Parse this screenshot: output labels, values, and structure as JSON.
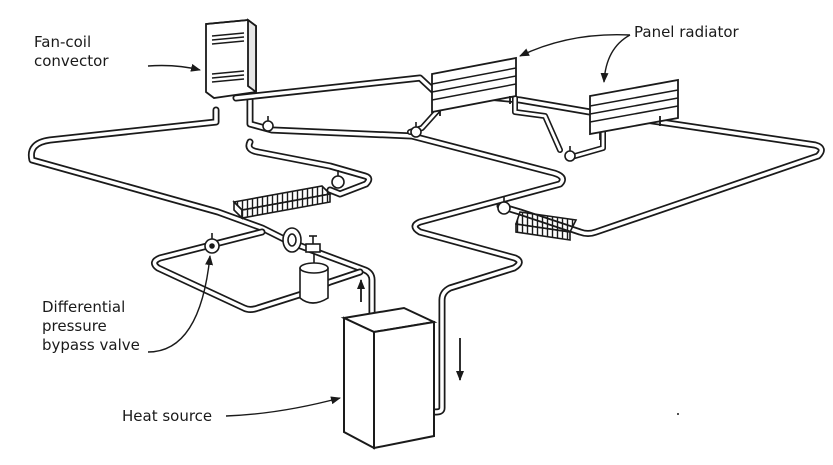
{
  "labels": {
    "fan_coil_convector": "Fan-coil\nconvector",
    "panel_radiator": "Panel radiator",
    "differential_bypass_valve": "Differential\npressure\nbypass valve",
    "heat_source": "Heat source"
  },
  "colors": {
    "line": "#1a1a1a",
    "background": "#ffffff"
  }
}
